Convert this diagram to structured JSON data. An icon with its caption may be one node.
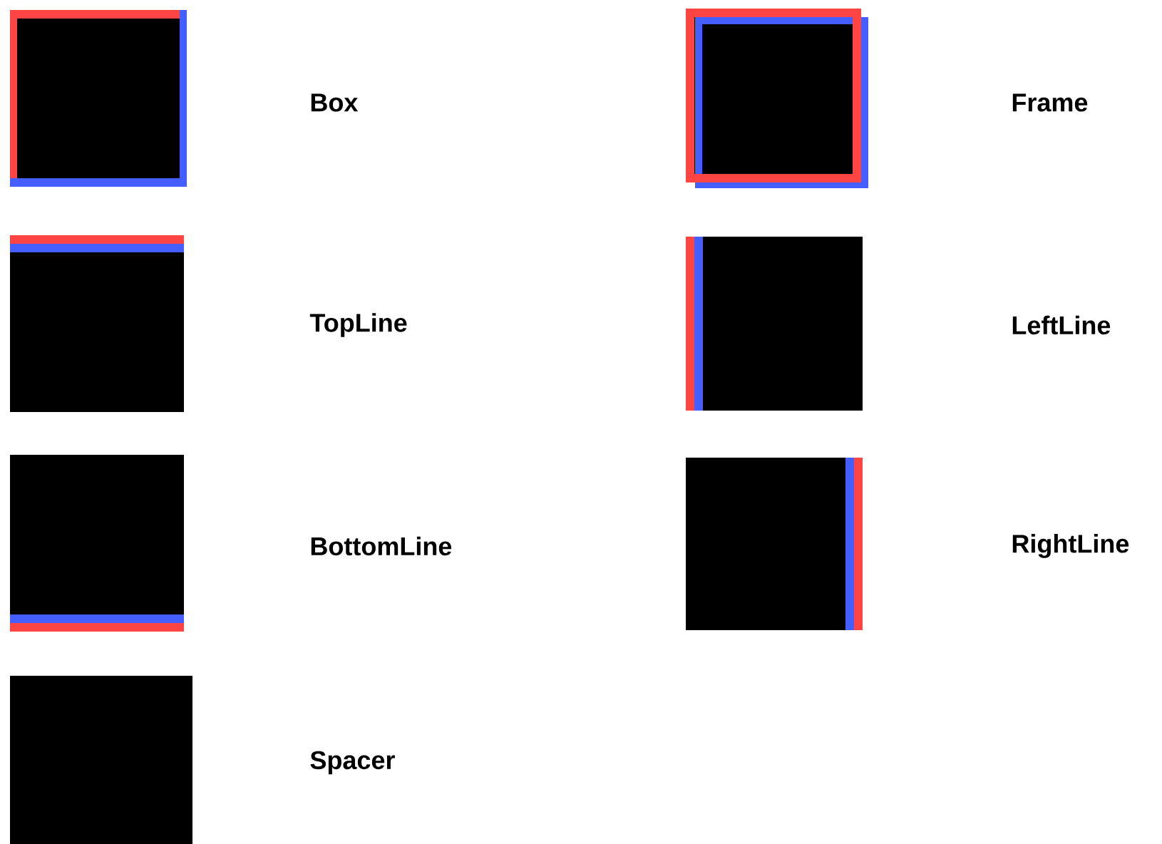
{
  "diagram": {
    "nodes": [
      {
        "text": [],
        "shape": "box"
      },
      {
        "text": [],
        "shape": "box"
      },
      {
        "text": [],
        "shape": "box"
      },
      {
        "text": [],
        "shape": "box"
      },
      {
        "text": [],
        "shape": "box"
      },
      {
        "text": [],
        "shape": "box"
      },
      {
        "text": [],
        "shape": "box"
      }
    ],
    "labels": [
      "Box",
      "Frame",
      "TopLine",
      "LeftLine",
      "BottomLine",
      "RightLine",
      "Spacer"
    ]
  }
}
